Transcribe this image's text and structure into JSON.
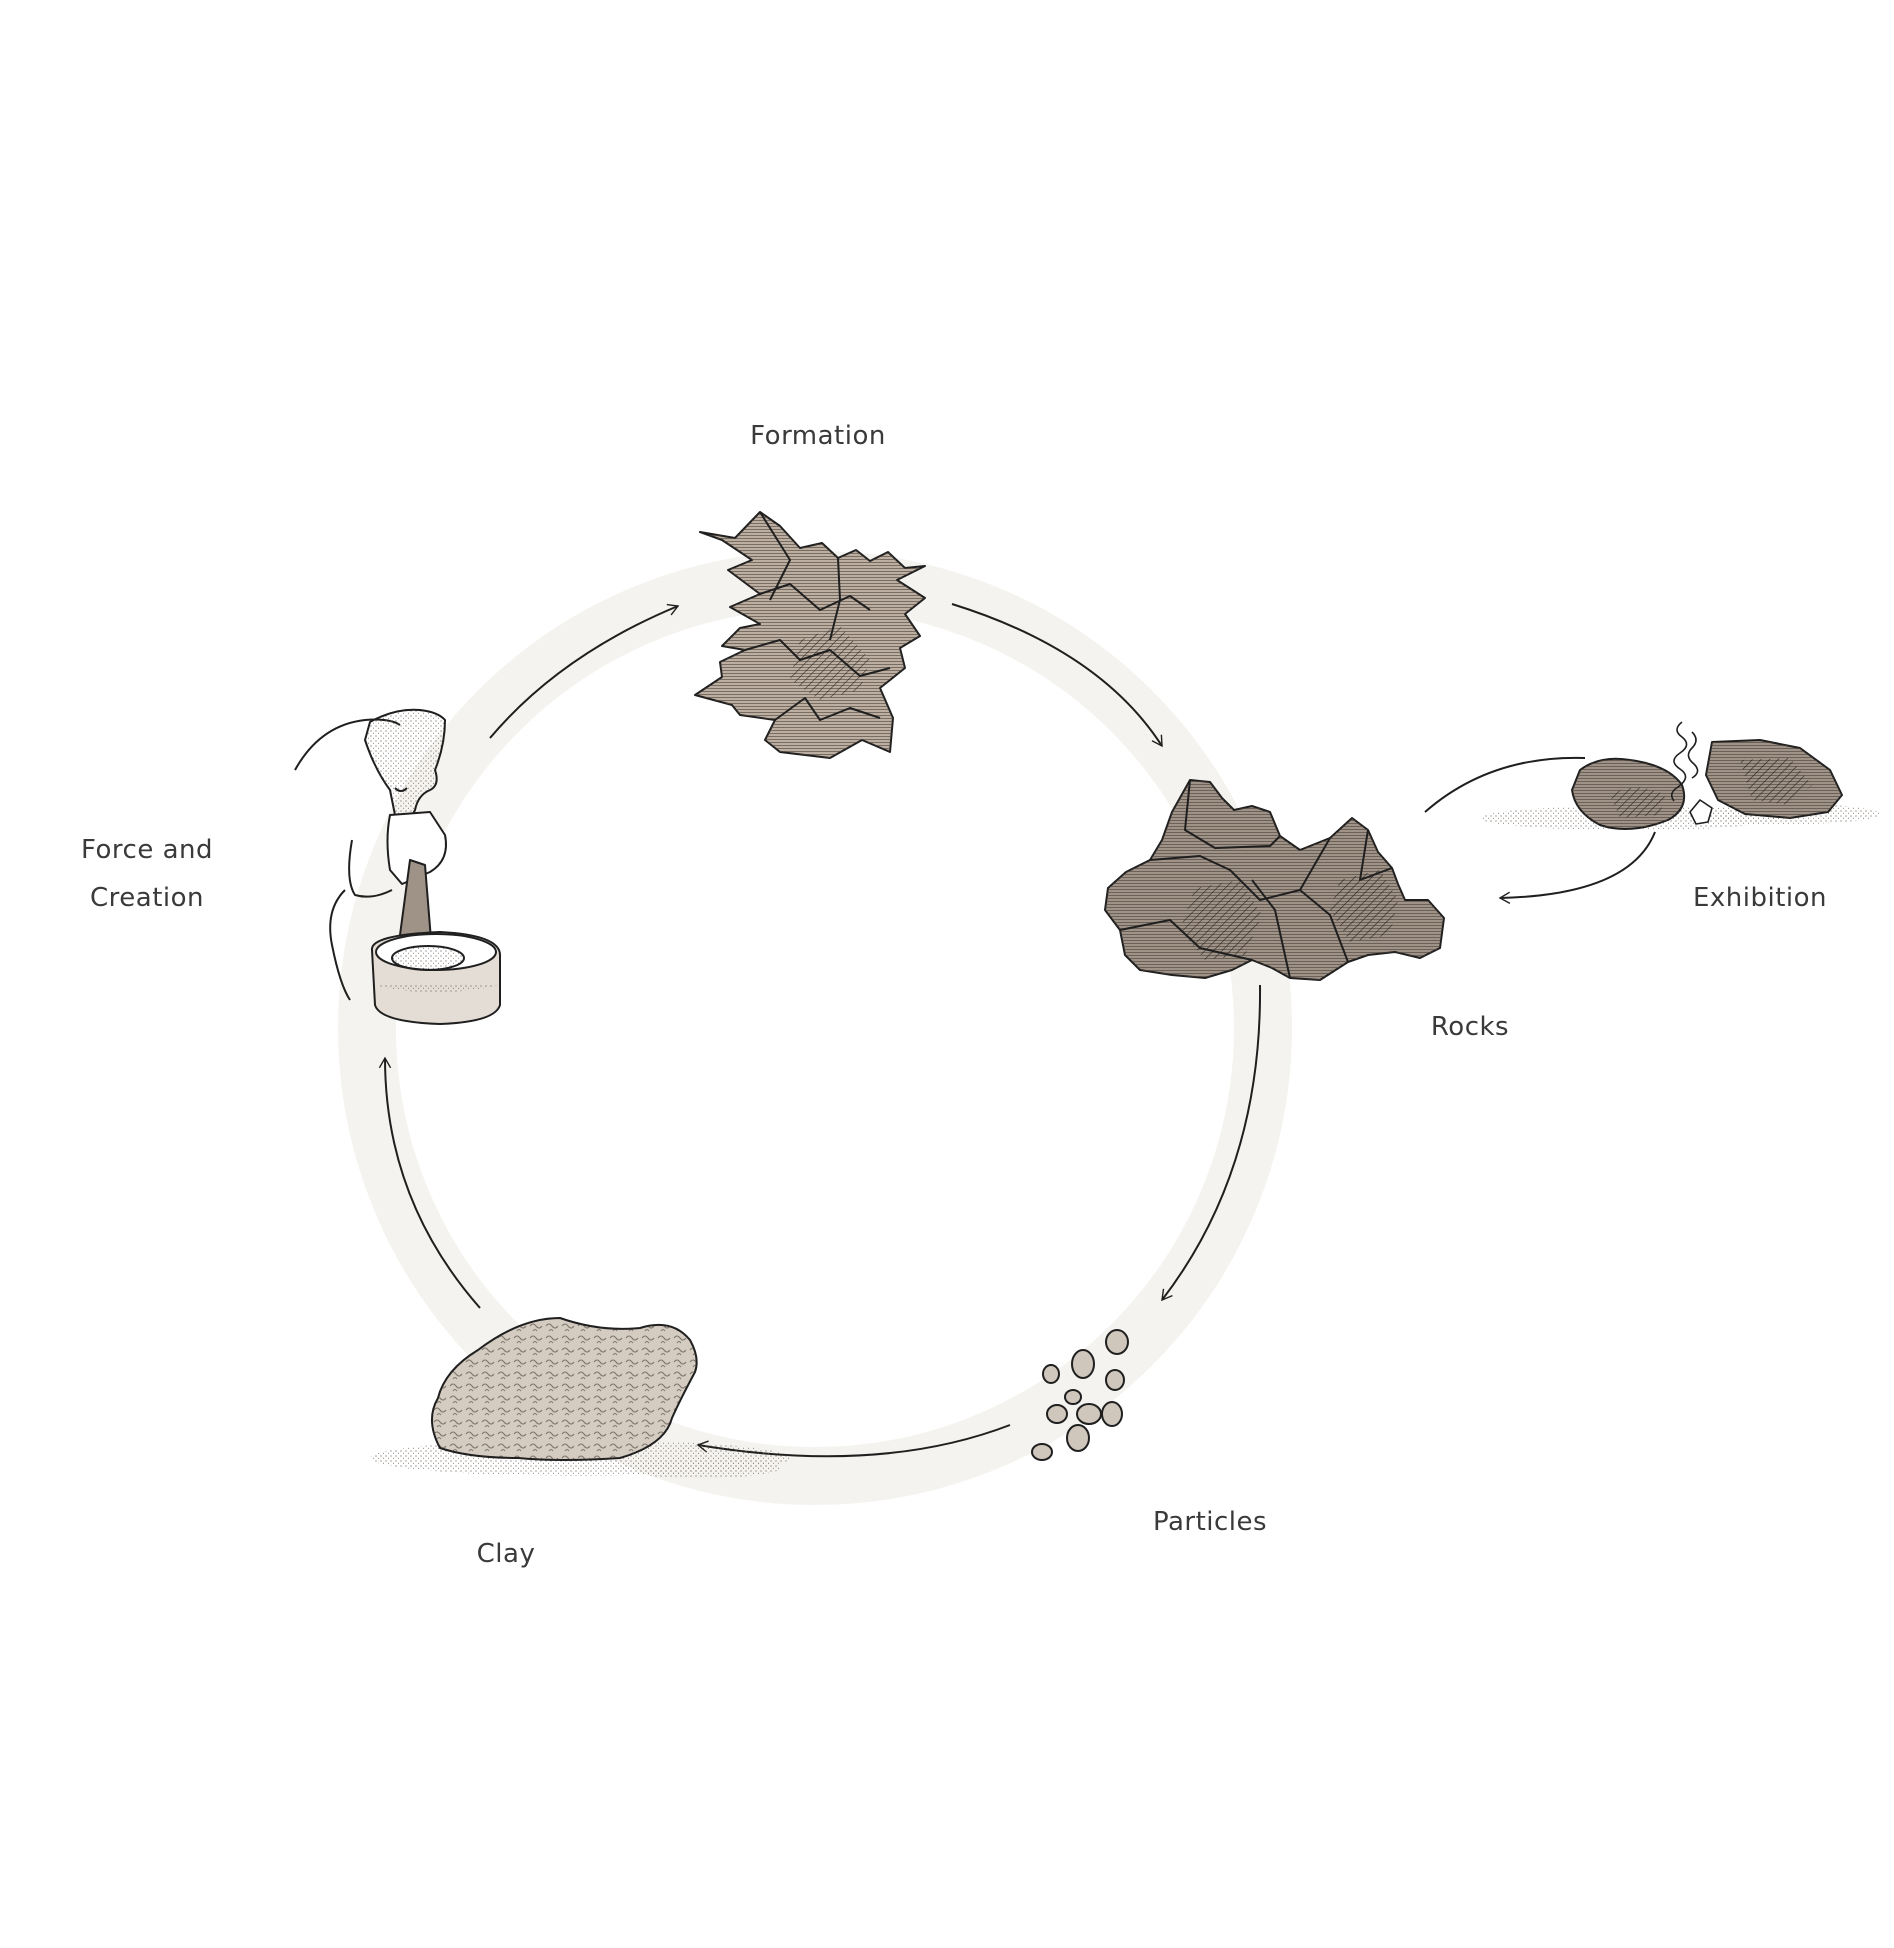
{
  "labels": {
    "formation": "Formation",
    "rocks": "Rocks",
    "exhibition": "Exhibition",
    "particles": "Particles",
    "clay": "Clay",
    "force_line1": "Force and",
    "force_line2": "Creation"
  },
  "colors": {
    "ring": "#f5f3ef",
    "stroke": "#1f1f1f",
    "stone_fill": "#bcafa2",
    "rock_fill": "#9f9287",
    "clay_fill": "#d5ccc1",
    "text": "#3a3a3a"
  }
}
